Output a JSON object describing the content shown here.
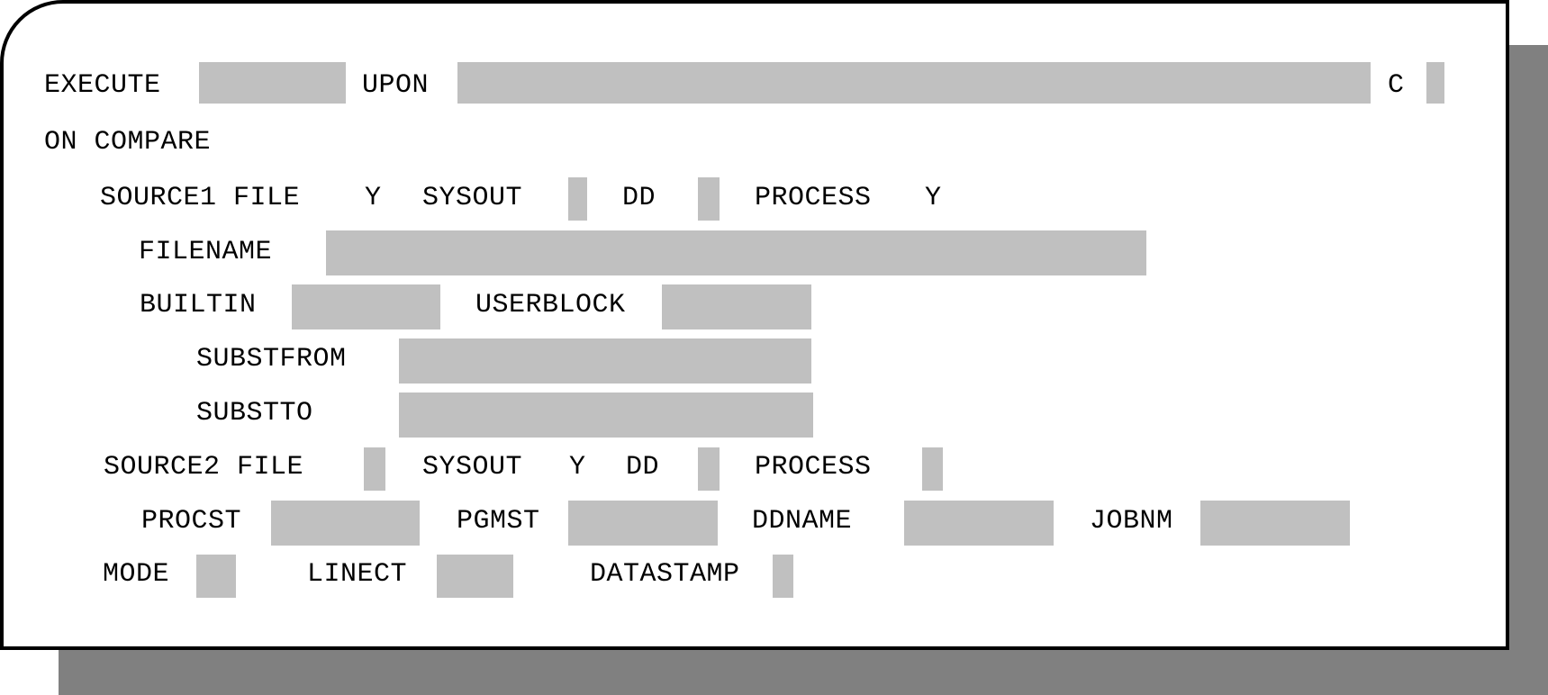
{
  "screen": {
    "row_execute": {
      "execute_label": "EXECUTE",
      "execute_value": "",
      "upon_label": "UPON",
      "upon_value": "",
      "c_label": "C",
      "c_value": ""
    },
    "on_compare_label": "ON COMPARE",
    "source1": {
      "file_label": "SOURCE1 FILE",
      "file_value": "Y",
      "sysout_label": "SYSOUT",
      "sysout_value": "",
      "dd_label": "DD",
      "dd_value": "",
      "process_label": "PROCESS",
      "process_value": "Y"
    },
    "filename_label": "FILENAME",
    "filename_value": "",
    "builtin_label": "BUILTIN",
    "builtin_value": "",
    "userblock_label": "USERBLOCK",
    "userblock_value": "",
    "substfrom_label": "SUBSTFROM",
    "substfrom_value": "",
    "substto_label": "SUBSTTO",
    "substto_value": "",
    "source2": {
      "file_label": "SOURCE2 FILE",
      "file_value": "",
      "sysout_label": "SYSOUT",
      "sysout_value": "Y",
      "dd_label": "DD",
      "dd_value": "",
      "process_label": "PROCESS",
      "process_value": ""
    },
    "procst_label": "PROCST",
    "procst_value": "",
    "pgmst_label": "PGMST",
    "pgmst_value": "",
    "ddname_label": "DDNAME",
    "ddname_value": "",
    "jobnm_label": "JOBNM",
    "jobnm_value": "",
    "mode_label": "MODE",
    "mode_value": "",
    "linect_label": "LINECT",
    "linect_value": "",
    "datastamp_label": "DATASTAMP",
    "datastamp_value": ""
  }
}
